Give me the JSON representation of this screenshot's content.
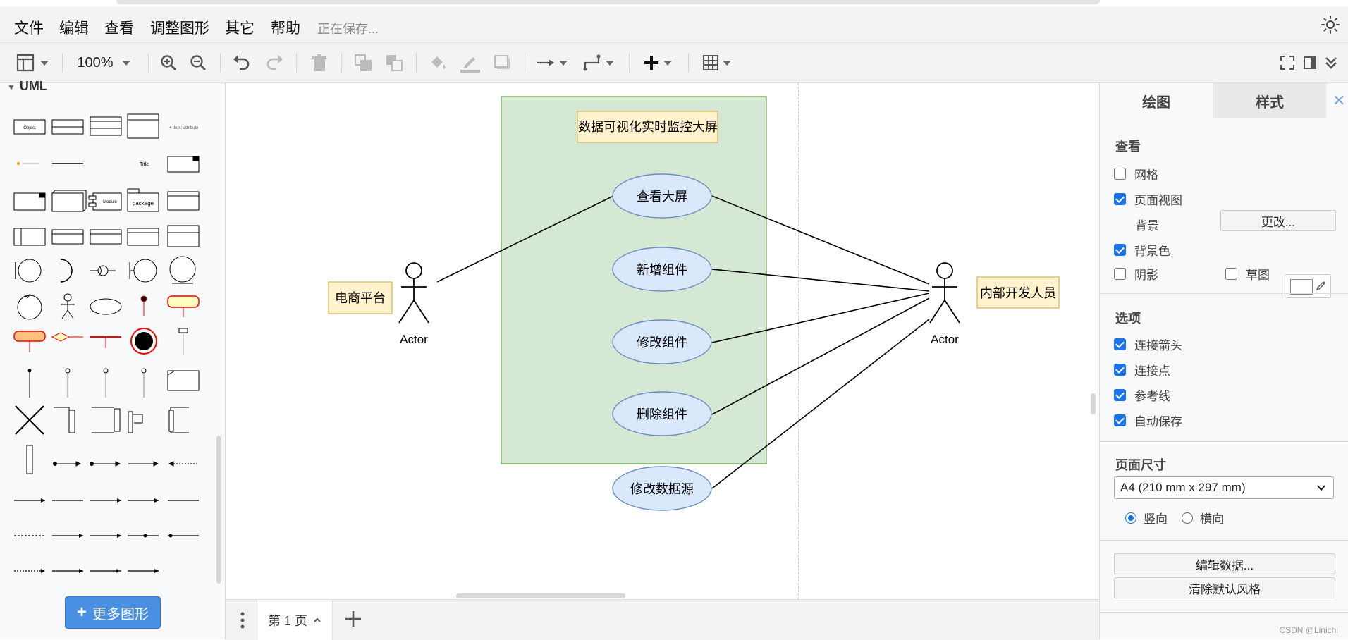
{
  "menubar": {
    "items": [
      "文件",
      "编辑",
      "查看",
      "调整图形",
      "其它",
      "帮助"
    ],
    "status": "正在保存..."
  },
  "toolbar": {
    "zoom": "100%",
    "icons": [
      "view-icon",
      "zoom-in-icon",
      "zoom-out-icon",
      "undo-icon",
      "redo-icon",
      "delete-icon",
      "to-front-icon",
      "to-back-icon",
      "fill-color-icon",
      "line-color-icon",
      "shadow-icon",
      "connection-icon",
      "waypoints-icon",
      "insert-icon",
      "table-icon",
      "fullscreen-icon",
      "format-panel-icon",
      "collapse-icon"
    ]
  },
  "left_panel": {
    "section_title": "UML",
    "more_shapes": "更多图形"
  },
  "diagram": {
    "title": "数据可视化实时监控大屏",
    "use_cases": [
      "查看大屏",
      "新增组件",
      "修改组件",
      "删除组件",
      "修改数据源"
    ],
    "actor_left": {
      "label": "Actor",
      "note": "电商平台"
    },
    "actor_right": {
      "label": "Actor",
      "note": "内部开发人员"
    },
    "colors": {
      "boundary_fill": "#d5e8d4",
      "boundary_stroke": "#82b366",
      "usecase_fill": "#dae8fc",
      "usecase_stroke": "#6c8ebf",
      "note_fill": "#fff2cc",
      "note_stroke": "#d6b656"
    }
  },
  "page_tabs": {
    "current": "第 1 页"
  },
  "right_panel": {
    "tabs": [
      "绘图",
      "样式"
    ],
    "view_title": "查看",
    "grid": "网格",
    "page_view": "页面视图",
    "background": "背景",
    "change_btn": "更改...",
    "background_color": "背景色",
    "shadow": "阴影",
    "sketch": "草图",
    "options_title": "选项",
    "connection_arrows": "连接箭头",
    "connection_points": "连接点",
    "guides": "参考线",
    "autosave": "自动保存",
    "page_size_title": "页面尺寸",
    "page_size": "A4 (210 mm x 297 mm)",
    "portrait": "竖向",
    "landscape": "横向",
    "edit_data": "编辑数据...",
    "clear_style": "清除默认风格"
  },
  "watermark": "CSDN @Linichi"
}
